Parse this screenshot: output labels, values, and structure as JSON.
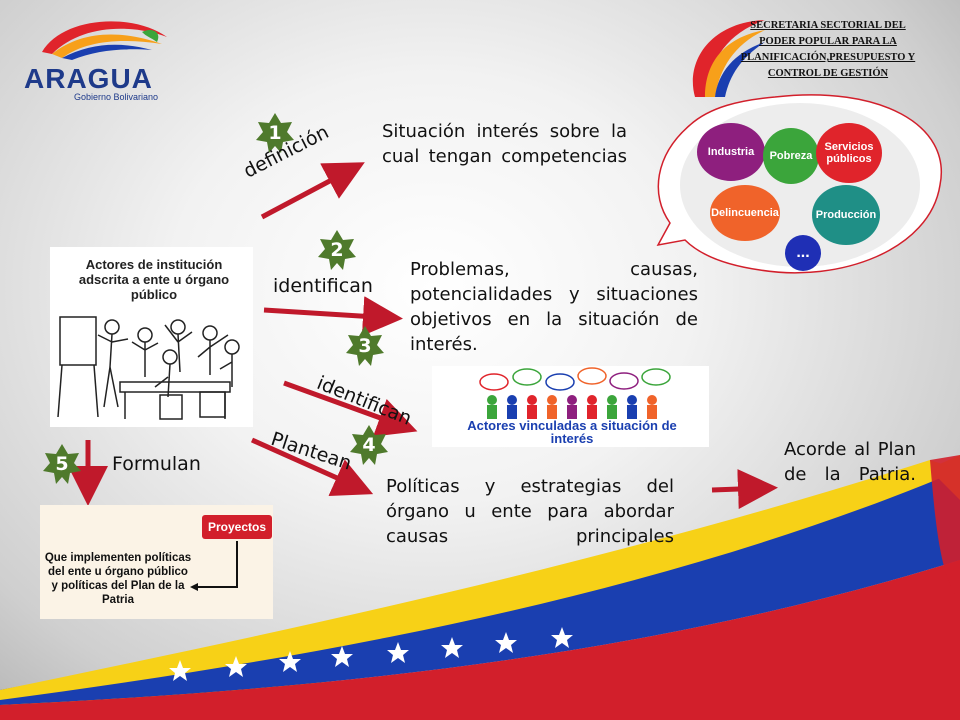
{
  "header": {
    "logo_main": "ARAGUA",
    "logo_sub": "Gobierno Bolivariano",
    "secretaria": "SECRETARIA SECTORIAL DEL PODER POPULAR PARA LA PLANIFICACIÓN,PRESUPUESTO Y CONTROL DE GESTIÓN"
  },
  "steps": [
    {
      "number": "1",
      "label": "definición",
      "text": "Situación interés sobre la cual tengan competencias"
    },
    {
      "number": "2",
      "label": "identifican",
      "text": "Problemas, causas, potencialidades y situaciones objetivos en la situación de interés."
    },
    {
      "number": "3",
      "label": "identifican"
    },
    {
      "number": "4",
      "label": "Plantean",
      "text": "Políticas y estrategias del órgano u ente para abordar causas principales"
    },
    {
      "number": "5",
      "label": "Formulan"
    }
  ],
  "result_text": "Acorde al Plan de la Patria.",
  "actors_panel": {
    "title": "Actores de institución adscrita a ente u órgano público"
  },
  "vinculados_panel": {
    "title": "Actores vinculadas a situación de interés"
  },
  "proyectos_panel": {
    "badge": "Proyectos",
    "text": "Que implementen políticas del ente u órgano público y políticas del Plan de la Patria"
  },
  "bubble": {
    "items": [
      {
        "label": "Industria",
        "color": "#8e1f7e"
      },
      {
        "label": "Pobreza",
        "color": "#3ba53b"
      },
      {
        "label": "Servicios públicos",
        "color": "#e0242b"
      },
      {
        "label": "Delincuencia",
        "color": "#f0632a"
      },
      {
        "label": "Producción",
        "color": "#1f8f86"
      },
      {
        "label": "...",
        "color": "#1f2fb5"
      }
    ]
  },
  "colors": {
    "star": "#4f7a2c",
    "arrow": "#c0192b",
    "flag_yellow": "#f7d117",
    "flag_blue": "#1a3fb0",
    "flag_red": "#d21f2b"
  }
}
